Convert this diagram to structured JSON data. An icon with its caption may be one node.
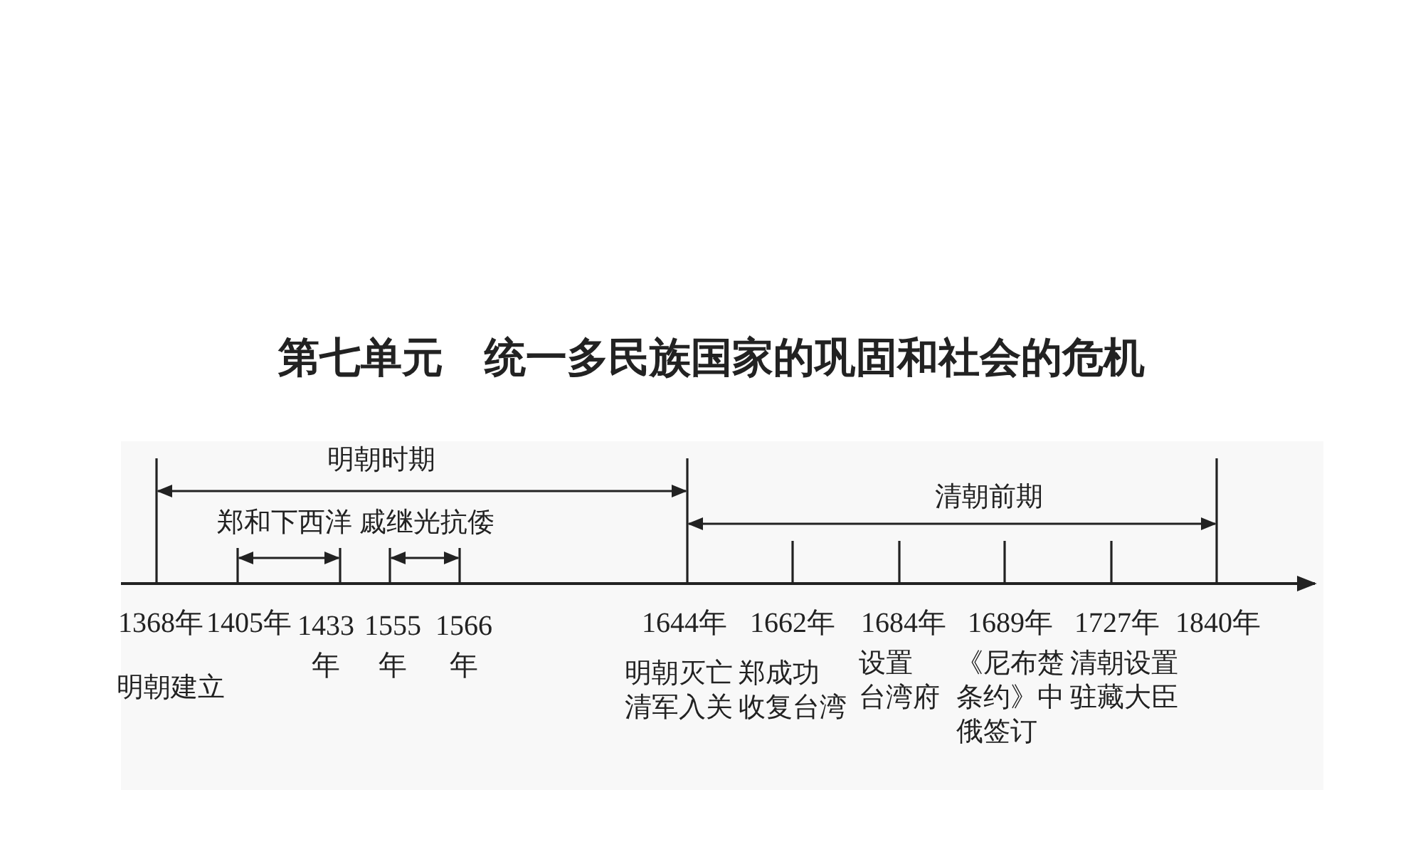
{
  "diagram": {
    "title": "第七单元　统一多民族国家的巩固和社会的危机",
    "labels": [
      "明朝时期",
      "清朝前期",
      "郑和下西洋",
      "戚继光抗倭",
      "1368年",
      "1405年",
      "1433年",
      "1555年",
      "1566年",
      "1644年",
      "1662年",
      "1684年",
      "1689年",
      "1727年",
      "1840年",
      "明朝建立",
      "明朝灭亡清军入关",
      "郑成功收复台湾",
      "设置台湾府",
      "《尼布楚条约》中俄签订",
      "清朝设置驻藏大臣"
    ]
  }
}
